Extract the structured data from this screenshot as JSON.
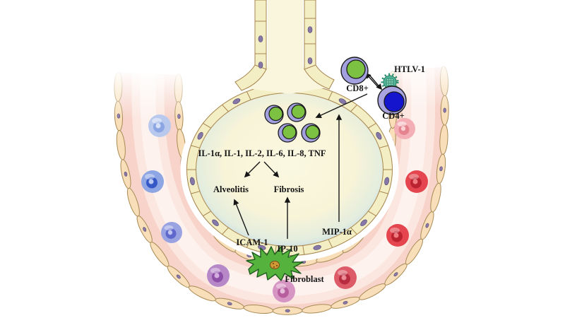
{
  "diagram": {
    "labels": {
      "htlv1": "HTLV-1",
      "cd8": "CD8+",
      "cd4": "CD4+",
      "cytokines": "IL-1α, IL-1, IL-2,  IL-6, IL-8, TNF",
      "alveolitis": "Alveolitis",
      "fibrosis": "Fibrosis",
      "icam1": "ICAM-1",
      "ip10": "IP-10",
      "mip1a": "MIP-1α",
      "fibroblast": "Fibroblast"
    },
    "icons": {
      "virus": "htlv1-virus-icon",
      "fibroblast": "fibroblast-cell-icon",
      "lymphocyte": "lymphocyte-cell-icon",
      "blood_cell": "blood-cell-icon"
    },
    "colors": {
      "alveolus_wall": "#f4eec4",
      "alveolus_interior_edge": "#afd0e4",
      "alveolus_interior_center": "#faf6dd",
      "capillary_pink": "#f7d3c9",
      "lymphocyte_body": "#a2a0de",
      "lymphocyte_nucleus_green": "#7cc142",
      "cd4_nucleus_blue": "#1515cd",
      "virus_teal": "#57b79a",
      "fibroblast_green": "#55b23c",
      "rbc_red": "#e4454e"
    }
  }
}
